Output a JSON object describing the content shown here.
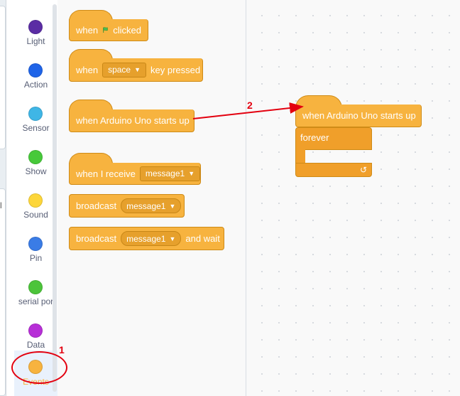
{
  "categories": [
    {
      "label": "Light",
      "color": "#5b2da4"
    },
    {
      "label": "Action",
      "color": "#1f64e8"
    },
    {
      "label": "Sensor",
      "color": "#3fb6e6"
    },
    {
      "label": "Show",
      "color": "#47c93a"
    },
    {
      "label": "Sound",
      "color": "#fdd63a"
    },
    {
      "label": "Pin",
      "color": "#3a7ce6"
    },
    {
      "label": "serial por",
      "color": "#4cc43a"
    },
    {
      "label": "Data",
      "color": "#b72fd7"
    },
    {
      "label": "Events",
      "color": "#f7b33f",
      "selected": true
    }
  ],
  "left_edge_char": "l",
  "palette": {
    "flag_block": {
      "when": "when",
      "clicked": "clicked"
    },
    "key_block": {
      "when": "when",
      "key": "space",
      "pressed": "key pressed"
    },
    "arduino_block": {
      "label": "when Arduino Uno starts up"
    },
    "receive_block": {
      "label": "when I receive",
      "message": "message1"
    },
    "broadcast_block": {
      "label": "broadcast",
      "message": "message1"
    },
    "broadcast_wait_block": {
      "label": "broadcast",
      "message": "message1",
      "wait": "and wait"
    }
  },
  "workspace": {
    "hat_block": {
      "label": "when Arduino Uno starts up"
    },
    "forever_block": {
      "label": "forever",
      "loop_icon": "↺"
    }
  },
  "annotations": {
    "one": "1",
    "two": "2",
    "color": "#e3000f"
  },
  "dropdown_arrow": "▼"
}
